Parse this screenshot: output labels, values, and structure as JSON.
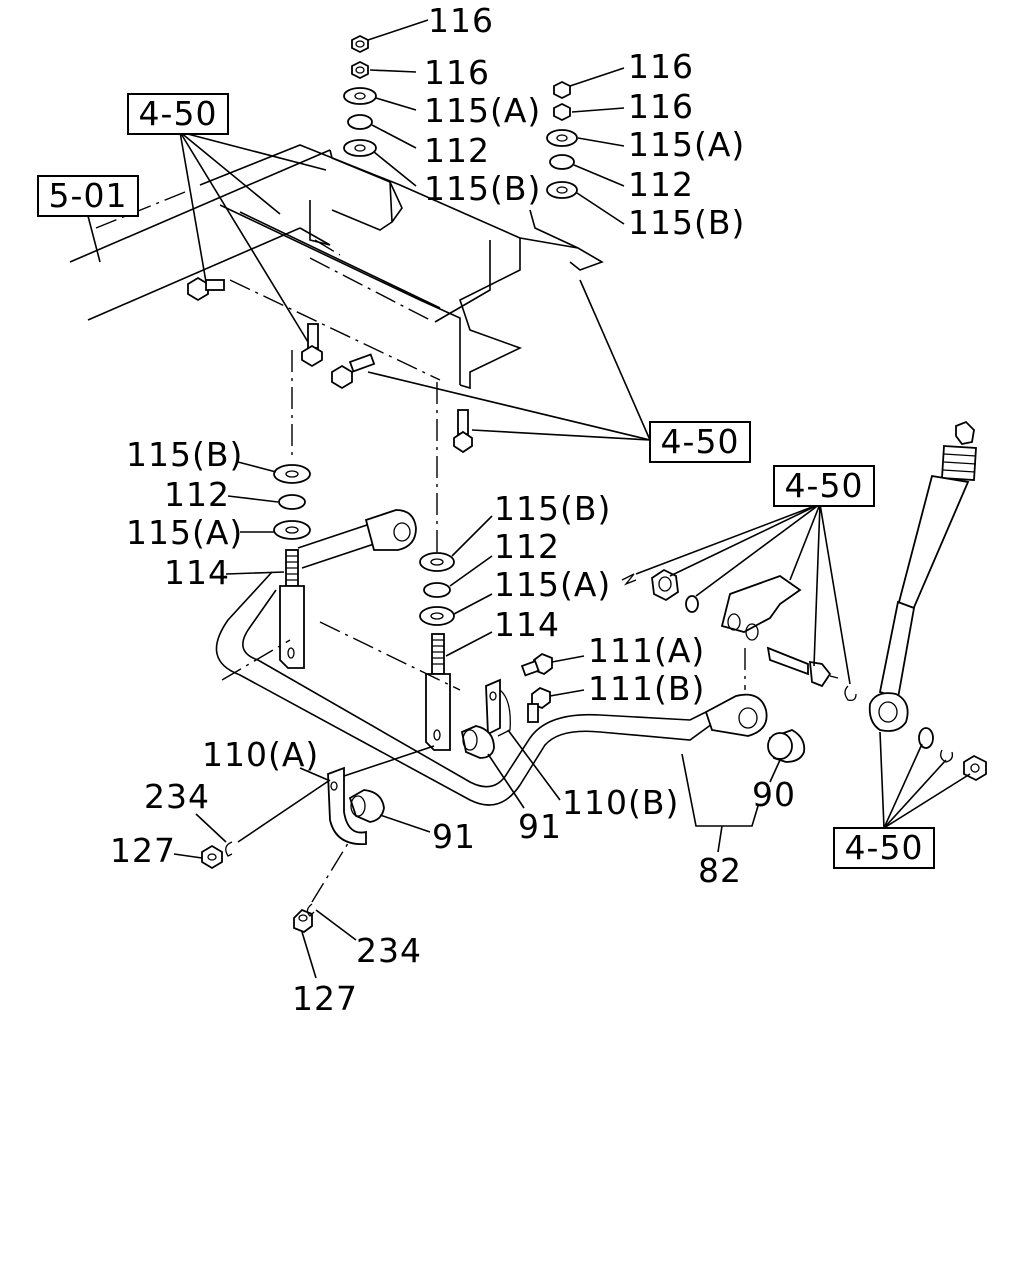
{
  "ref_boxes": {
    "ref_4_50_top_left": "4-50",
    "ref_5_01": "5-01",
    "ref_4_50_mid": "4-50",
    "ref_4_50_right": "4-50",
    "ref_4_50_bottom_right": "4-50"
  },
  "labels": {
    "l116_a": "116",
    "l116_b": "116",
    "l115a_a": "115(A)",
    "l112_a": "112",
    "l115b_a": "115(B)",
    "l116_c": "116",
    "l116_d": "116",
    "l115a_b": "115(A)",
    "l112_b": "112",
    "l115b_b": "115(B)",
    "l115b_c": "115(B)",
    "l112_c": "112",
    "l115a_c": "115(A)",
    "l114_a": "114",
    "l115b_d": "115(B)",
    "l112_d": "112",
    "l115a_d": "115(A)",
    "l114_b": "114",
    "l111a": "111(A)",
    "l111b": "111(B)",
    "l110a": "110(A)",
    "l110b": "110(B)",
    "l234_a": "234",
    "l127_a": "127",
    "l91_a": "91",
    "l91_b": "91",
    "l90": "90",
    "l82": "82",
    "l234_b": "234",
    "l127_b": "127"
  }
}
